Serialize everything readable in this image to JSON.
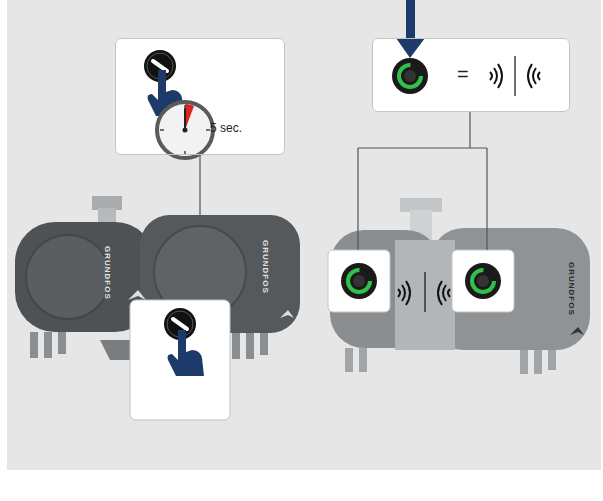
{
  "diagram": {
    "nodes": [
      {
        "text": [
          "5 sec."
        ]
      },
      {
        "text": [
          "="
        ]
      }
    ],
    "labels": [
      "GRUNDFOS",
      "GRUNDFOS",
      "GRUNDFOS"
    ]
  }
}
